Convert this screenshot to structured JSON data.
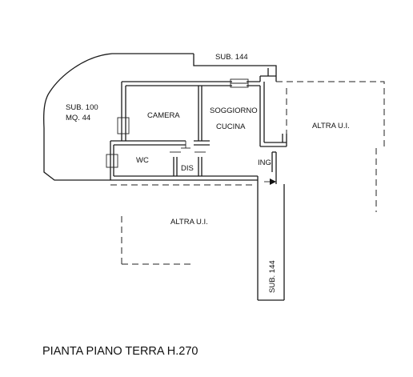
{
  "labels": {
    "sub144_top": "SUB. 144",
    "sub100": "SUB. 100",
    "mq44": "MQ. 44",
    "camera": "CAMERA",
    "soggiorno": "SOGGIORNO",
    "cucina": "CUCINA",
    "altra_right": "ALTRA U.I.",
    "wc": "WC",
    "dis": "DIS",
    "ing": "ING",
    "altra_bottom": "ALTRA U.I.",
    "sub144_vertical": "SUB. 144"
  },
  "title": "PIANTA PIANO TERRA H.270"
}
